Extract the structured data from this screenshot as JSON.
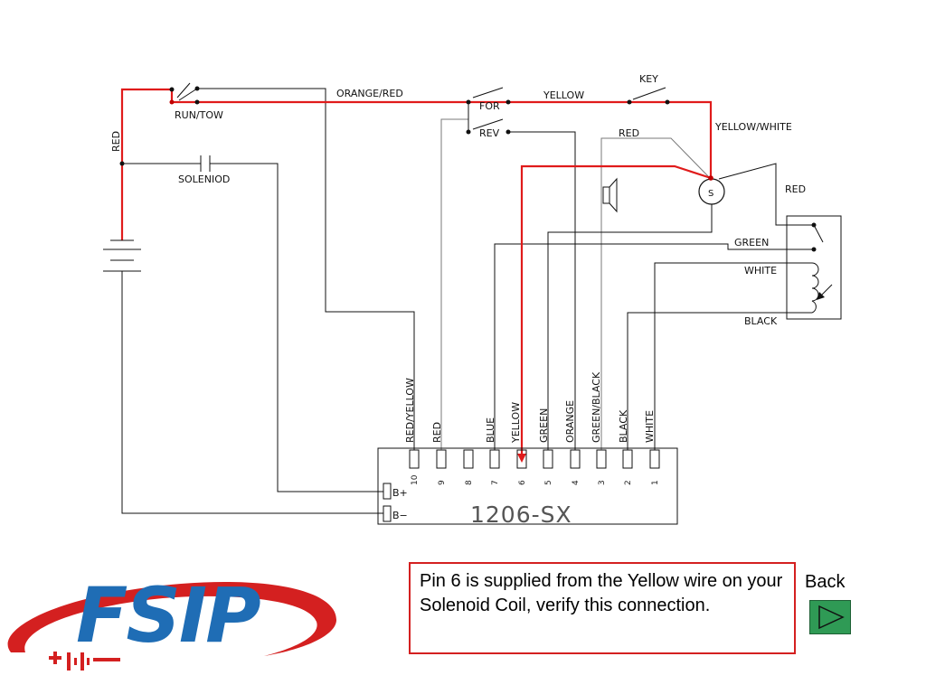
{
  "diagram": {
    "wire_labels": {
      "orange_red": "ORANGE/RED",
      "yellow": "YELLOW",
      "key": "KEY",
      "yellow_white": "YELLOW/WHITE",
      "red_top": "RED",
      "red_side": "RED",
      "red_left": "RED",
      "green": "GREEN",
      "white": "WHITE",
      "black": "BLACK"
    },
    "components": {
      "run_tow": "RUN/TOW",
      "solenoid": "SOLENIOD",
      "forward": "FOR",
      "reverse": "REV",
      "solenoid_coil": "S"
    },
    "controller": {
      "model": "1206-SX",
      "b_plus": "B+",
      "b_minus": "B−",
      "pins": [
        {
          "number": "10",
          "wire": "RED/YELLOW"
        },
        {
          "number": "9",
          "wire": "RED"
        },
        {
          "number": "8",
          "wire": ""
        },
        {
          "number": "7",
          "wire": "BLUE"
        },
        {
          "number": "6",
          "wire": "YELLOW"
        },
        {
          "number": "5",
          "wire": "GREEN"
        },
        {
          "number": "4",
          "wire": "ORANGE"
        },
        {
          "number": "3",
          "wire": "GREEN/BLACK"
        },
        {
          "number": "2",
          "wire": "BLACK"
        },
        {
          "number": "1",
          "wire": "WHITE"
        }
      ]
    }
  },
  "note": {
    "text": "Pin 6 is supplied from the Yellow wire on your Solenoid Coil, verify this connection."
  },
  "navigation": {
    "back_label": "Back",
    "back_icon": "play-triangle-icon"
  },
  "logo": {
    "text": "FSIP",
    "primary_color": "#1f6db5",
    "accent_color": "#d42020"
  }
}
